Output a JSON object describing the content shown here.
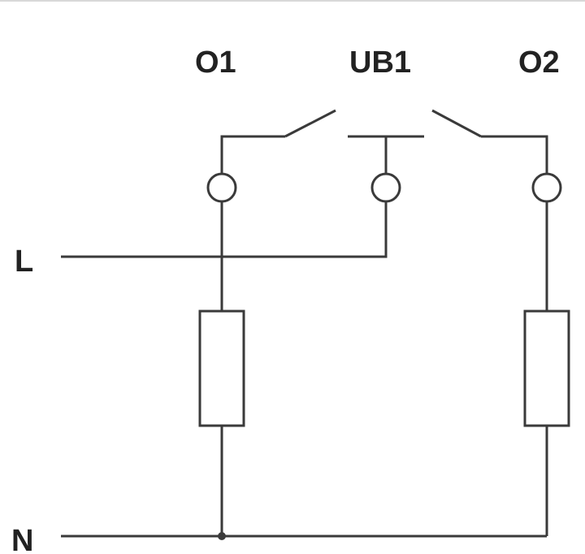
{
  "labels": {
    "output_1": "O1",
    "supply_common": "UB1",
    "output_2": "O2",
    "line": "L",
    "neutral": "N"
  },
  "colors": {
    "wire": "#3a3a3a",
    "text": "#222222",
    "background": "#ffffff"
  }
}
